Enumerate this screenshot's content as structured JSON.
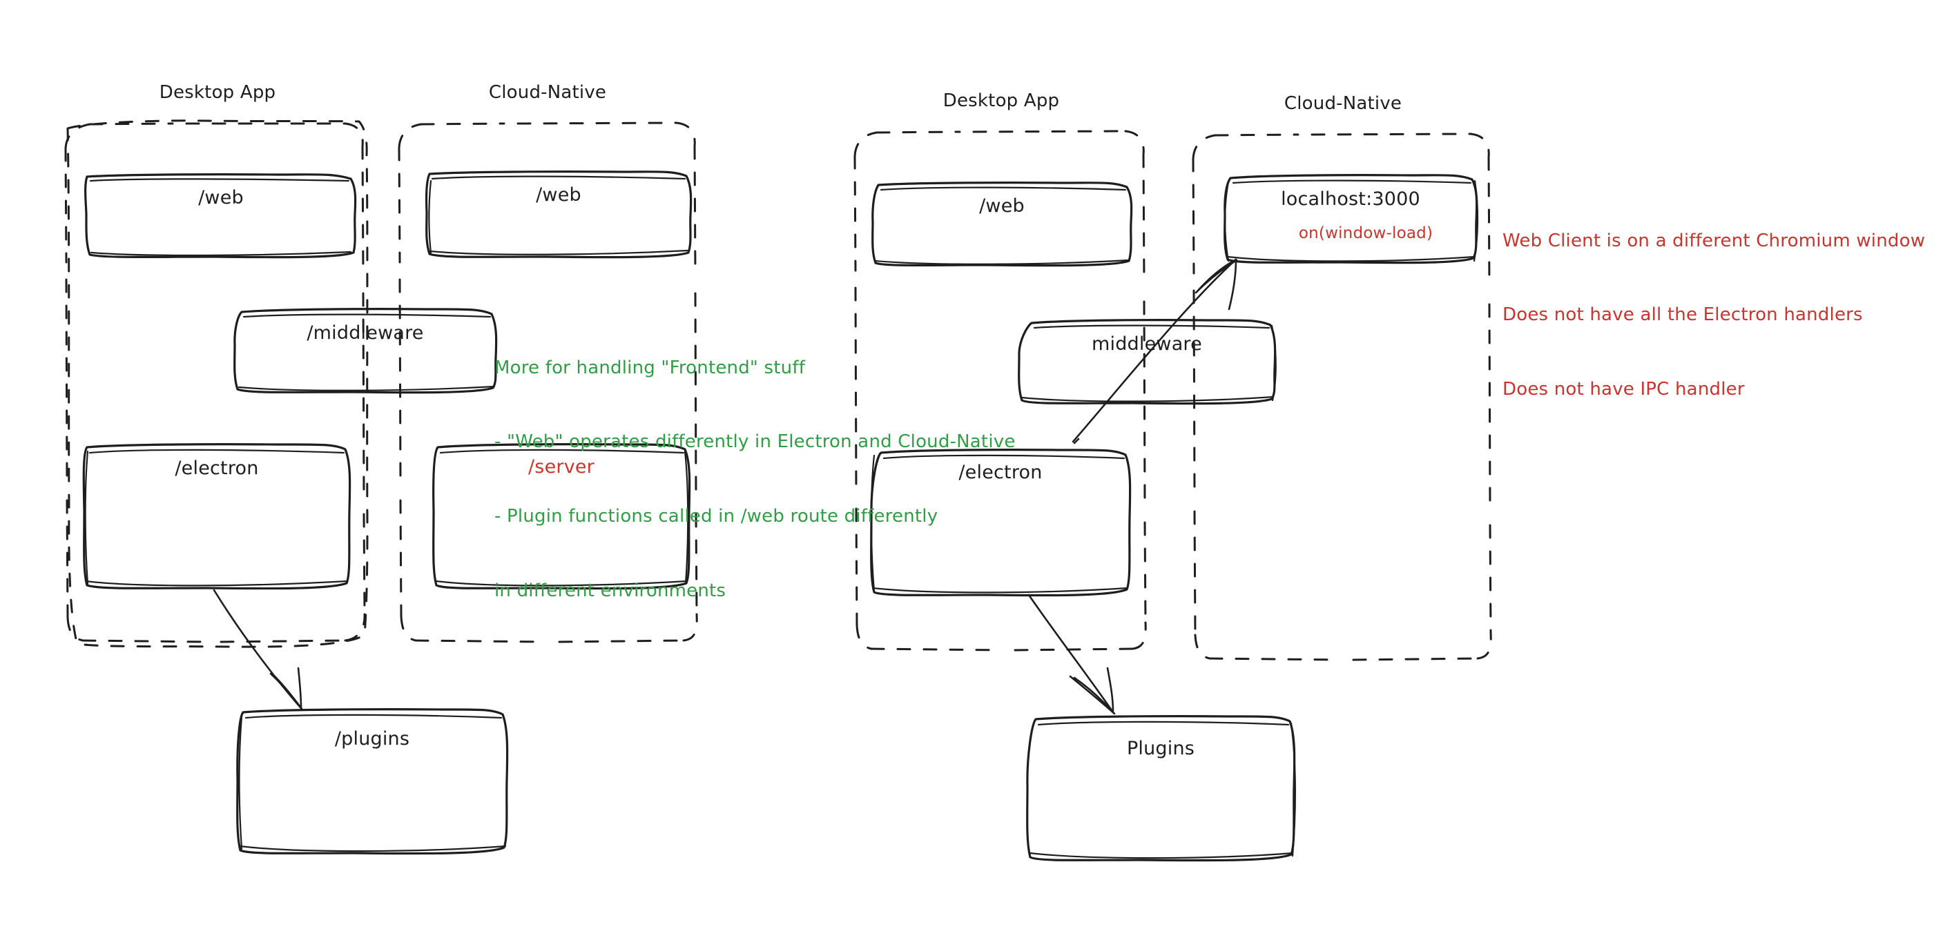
{
  "diagram": {
    "title": "Electron Desktop App vs Cloud-Native architecture comparison",
    "colors": {
      "stroke": "#1e1e1e",
      "background": "#ffffff",
      "green": "#2f9e44",
      "red": "#c9342e"
    },
    "panels": [
      {
        "id": "left-desktop",
        "title": "Desktop App",
        "boxes": [
          {
            "id": "left-desktop-web",
            "label": "/web",
            "color": "#1e1e1e"
          },
          {
            "id": "left-middleware",
            "label": "/middleware",
            "color": "#1e1e1e"
          },
          {
            "id": "left-desktop-electron",
            "label": "/electron",
            "color": "#1e1e1e"
          }
        ]
      },
      {
        "id": "left-cloud",
        "title": "Cloud-Native",
        "boxes": [
          {
            "id": "left-cloud-web",
            "label": "/web",
            "color": "#1e1e1e"
          },
          {
            "id": "left-cloud-server",
            "label": "/server",
            "color": "#c9342e"
          }
        ]
      },
      {
        "id": "right-desktop",
        "title": "Desktop App",
        "boxes": [
          {
            "id": "right-desktop-web",
            "label": "/web",
            "color": "#1e1e1e"
          },
          {
            "id": "right-middleware",
            "label": "middleware",
            "color": "#1e1e1e"
          },
          {
            "id": "right-desktop-electron",
            "label": "/electron",
            "color": "#1e1e1e"
          }
        ]
      },
      {
        "id": "right-cloud",
        "title": "Cloud-Native",
        "boxes": [
          {
            "id": "right-localhost",
            "label": "localhost:3000",
            "sublabel": "on(window-load)",
            "color": "#1e1e1e",
            "subcolor": "#c9342e"
          }
        ]
      }
    ],
    "standalone_boxes": [
      {
        "id": "left-plugins",
        "label": "/plugins",
        "color": "#1e1e1e"
      },
      {
        "id": "right-plugins",
        "label": "Plugins",
        "color": "#1e1e1e"
      }
    ],
    "notes": [
      {
        "id": "green-note",
        "color": "#2f9e44",
        "lines": [
          "More for handling \"Frontend\" stuff",
          "- \"Web\" operates differently in Electron and Cloud-Native",
          "- Plugin functions called in /web route differently",
          "in different environments"
        ]
      },
      {
        "id": "red-note",
        "color": "#c9342e",
        "lines": [
          "Web Client is on a different Chromium window",
          "Does not have all the Electron handlers",
          "Does not have IPC handler"
        ]
      }
    ],
    "arrows": [
      {
        "id": "arrow-left-electron-to-plugins",
        "from": "left-desktop-electron",
        "to": "left-plugins"
      },
      {
        "id": "arrow-right-electron-to-plugins",
        "from": "right-desktop-electron",
        "to": "right-plugins"
      },
      {
        "id": "arrow-right-electron-to-localhost",
        "from": "right-desktop-electron",
        "to": "right-localhost"
      }
    ]
  }
}
